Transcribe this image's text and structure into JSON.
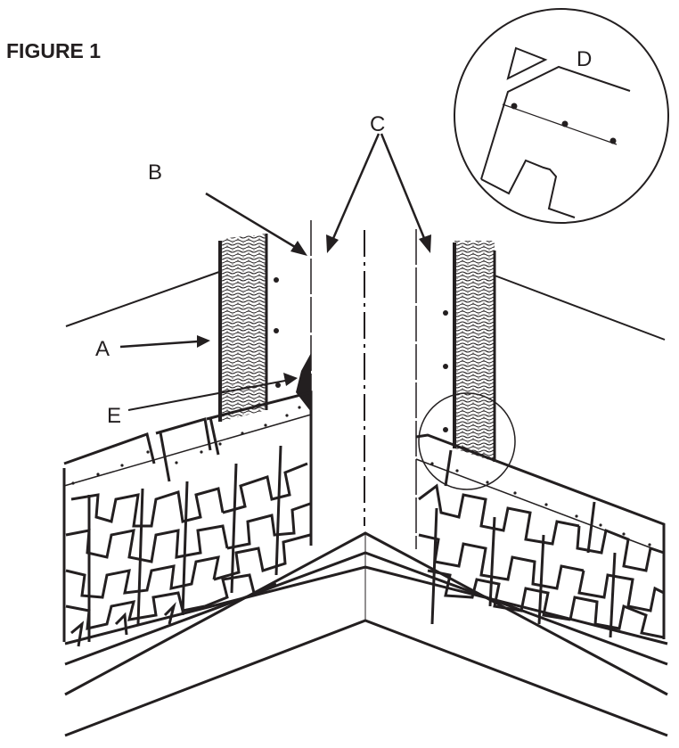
{
  "figure": {
    "title": "FIGURE 1",
    "labels": {
      "A": "A",
      "B": "B",
      "C": "C",
      "D": "D",
      "E": "E"
    }
  },
  "colors": {
    "ink": "#231f20",
    "background": "#ffffff",
    "insulation_fill": "#8a8a8a"
  }
}
